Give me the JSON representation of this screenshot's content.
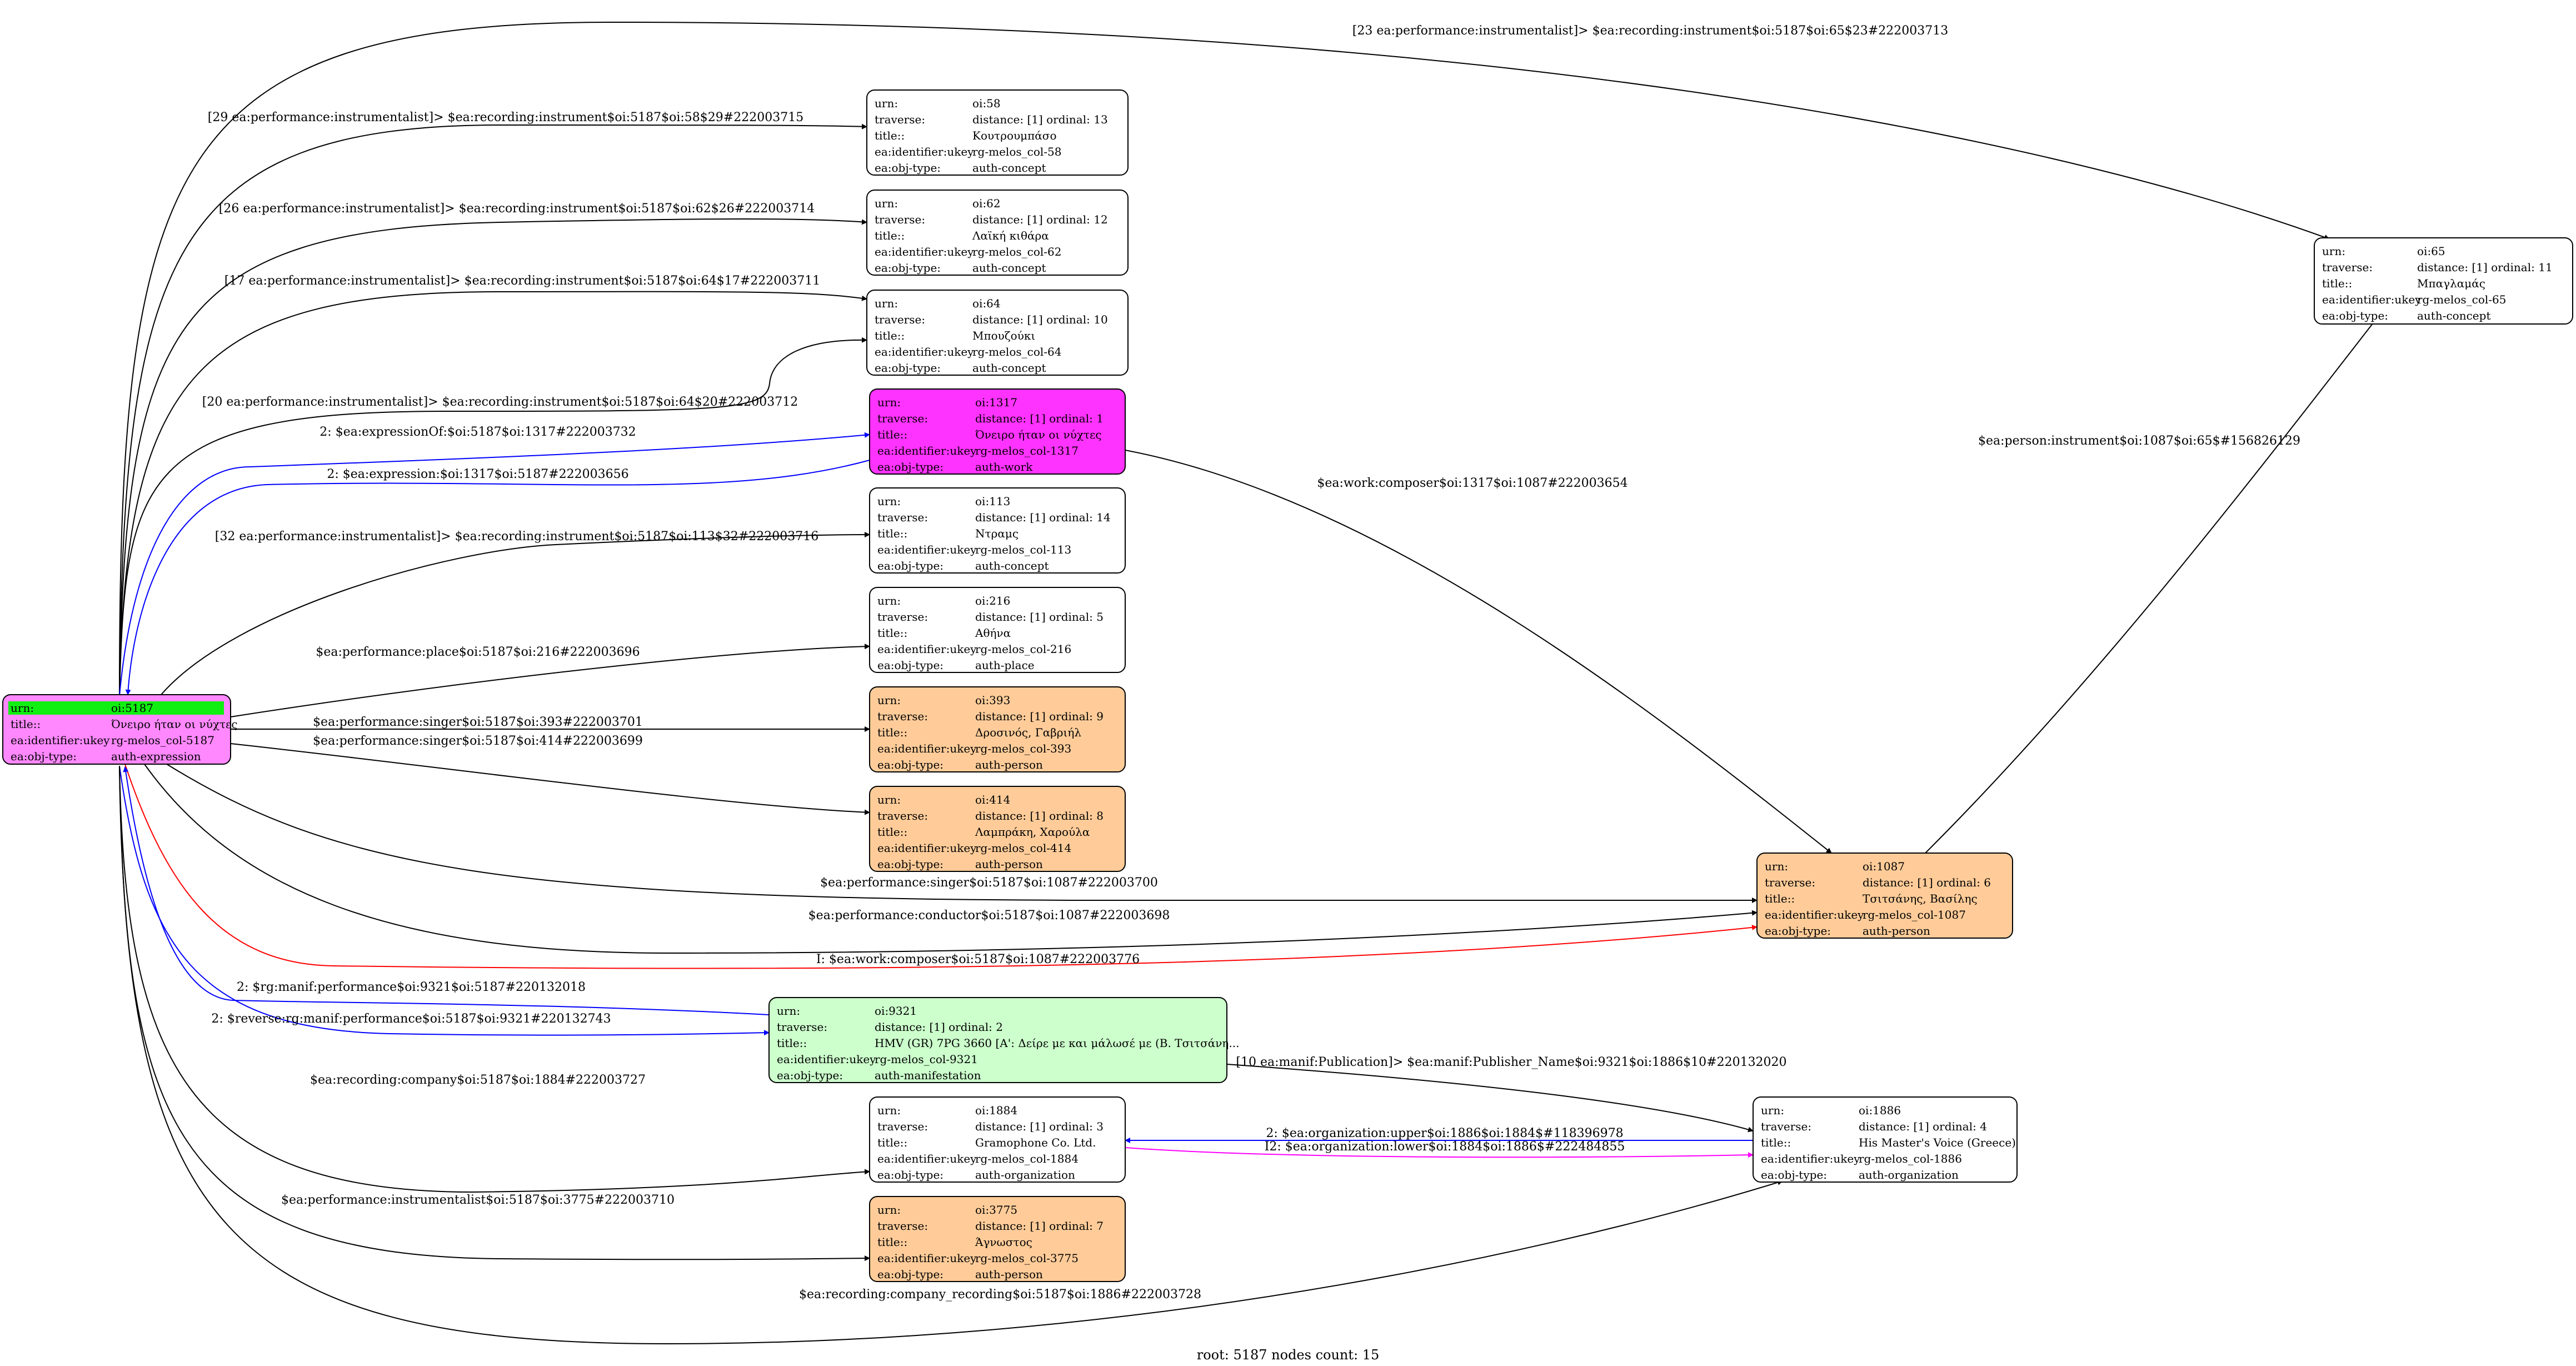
{
  "footer": "root: 5187 nodes count: 15",
  "colors": {
    "root_fill": "#ff88ff",
    "root_header": "#11ee11",
    "work_fill": "#ff33ff",
    "person_fill": "#ffcc99",
    "manifestation_fill": "#ccffcc",
    "default_fill": "#ffffff",
    "edge_black": "#000000",
    "edge_blue": "#0000ff",
    "edge_red": "#ff0000",
    "edge_magenta": "#ff00ff"
  },
  "nodes": [
    {
      "id": "5187",
      "rows": [
        [
          "urn:",
          "oi:5187"
        ],
        [
          "title::",
          "Όνειρο ήταν οι νύχτες"
        ],
        [
          "ea:identifier:ukey",
          "rg-melos_col-5187"
        ],
        [
          "ea:obj-type:",
          "auth-expression"
        ]
      ]
    },
    {
      "id": "58",
      "rows": [
        [
          "urn:",
          "oi:58"
        ],
        [
          "traverse:",
          "distance: [1]     ordinal: 13"
        ],
        [
          "title::",
          "Κουτρουμπάσο"
        ],
        [
          "ea:identifier:ukey",
          "rg-melos_col-58"
        ],
        [
          "ea:obj-type:",
          "auth-concept"
        ]
      ]
    },
    {
      "id": "62",
      "rows": [
        [
          "urn:",
          "oi:62"
        ],
        [
          "traverse:",
          "distance: [1]     ordinal: 12"
        ],
        [
          "title::",
          "Λαϊκή κιθάρα"
        ],
        [
          "ea:identifier:ukey",
          "rg-melos_col-62"
        ],
        [
          "ea:obj-type:",
          "auth-concept"
        ]
      ]
    },
    {
      "id": "64",
      "rows": [
        [
          "urn:",
          "oi:64"
        ],
        [
          "traverse:",
          "distance: [1]     ordinal: 10"
        ],
        [
          "title::",
          "Μπουζούκι"
        ],
        [
          "ea:identifier:ukey",
          "rg-melos_col-64"
        ],
        [
          "ea:obj-type:",
          "auth-concept"
        ]
      ]
    },
    {
      "id": "1317",
      "rows": [
        [
          "urn:",
          "oi:1317"
        ],
        [
          "traverse:",
          "distance: [1]     ordinal: 1"
        ],
        [
          "title::",
          "Όνειρο ήταν οι νύχτες"
        ],
        [
          "ea:identifier:ukey",
          "rg-melos_col-1317"
        ],
        [
          "ea:obj-type:",
          "auth-work"
        ]
      ]
    },
    {
      "id": "113",
      "rows": [
        [
          "urn:",
          "oi:113"
        ],
        [
          "traverse:",
          "distance: [1]     ordinal: 14"
        ],
        [
          "title::",
          "Ντραμς"
        ],
        [
          "ea:identifier:ukey",
          "rg-melos_col-113"
        ],
        [
          "ea:obj-type:",
          "auth-concept"
        ]
      ]
    },
    {
      "id": "216",
      "rows": [
        [
          "urn:",
          "oi:216"
        ],
        [
          "traverse:",
          "distance: [1]     ordinal: 5"
        ],
        [
          "title::",
          "Αθήνα"
        ],
        [
          "ea:identifier:ukey",
          "rg-melos_col-216"
        ],
        [
          "ea:obj-type:",
          "auth-place"
        ]
      ]
    },
    {
      "id": "393",
      "rows": [
        [
          "urn:",
          "oi:393"
        ],
        [
          "traverse:",
          "distance: [1]     ordinal: 9"
        ],
        [
          "title::",
          "Δροσινός, Γαβριήλ"
        ],
        [
          "ea:identifier:ukey",
          "rg-melos_col-393"
        ],
        [
          "ea:obj-type:",
          "auth-person"
        ]
      ]
    },
    {
      "id": "414",
      "rows": [
        [
          "urn:",
          "oi:414"
        ],
        [
          "traverse:",
          "distance: [1]     ordinal: 8"
        ],
        [
          "title::",
          "Λαμπράκη, Χαρούλα"
        ],
        [
          "ea:identifier:ukey",
          "rg-melos_col-414"
        ],
        [
          "ea:obj-type:",
          "auth-person"
        ]
      ]
    },
    {
      "id": "9321",
      "rows": [
        [
          "urn:",
          "oi:9321"
        ],
        [
          "traverse:",
          "distance: [1]     ordinal: 2"
        ],
        [
          "title::",
          "HMV (GR) 7PG 3660 [Α': Δείρε με και μάλωσέ με (Β. Τσιτσάνη..."
        ],
        [
          "ea:identifier:ukey",
          "rg-melos_col-9321"
        ],
        [
          "ea:obj-type:",
          "auth-manifestation"
        ]
      ]
    },
    {
      "id": "1884",
      "rows": [
        [
          "urn:",
          "oi:1884"
        ],
        [
          "traverse:",
          "distance: [1]     ordinal: 3"
        ],
        [
          "title::",
          "Gramophone Co. Ltd."
        ],
        [
          "ea:identifier:ukey",
          "rg-melos_col-1884"
        ],
        [
          "ea:obj-type:",
          "auth-organization"
        ]
      ]
    },
    {
      "id": "3775",
      "rows": [
        [
          "urn:",
          "oi:3775"
        ],
        [
          "traverse:",
          "distance: [1]     ordinal: 7"
        ],
        [
          "title::",
          "Άγνωστος"
        ],
        [
          "ea:identifier:ukey",
          "rg-melos_col-3775"
        ],
        [
          "ea:obj-type:",
          "auth-person"
        ]
      ]
    },
    {
      "id": "65",
      "rows": [
        [
          "urn:",
          "oi:65"
        ],
        [
          "traverse:",
          "distance: [1]     ordinal: 11"
        ],
        [
          "title::",
          "Μπαγλαμάς"
        ],
        [
          "ea:identifier:ukey",
          "rg-melos_col-65"
        ],
        [
          "ea:obj-type:",
          "auth-concept"
        ]
      ]
    },
    {
      "id": "1087",
      "rows": [
        [
          "urn:",
          "oi:1087"
        ],
        [
          "traverse:",
          "distance: [1]     ordinal: 6"
        ],
        [
          "title::",
          "Τσιτσάνης, Βασίλης"
        ],
        [
          "ea:identifier:ukey",
          "rg-melos_col-1087"
        ],
        [
          "ea:obj-type:",
          "auth-person"
        ]
      ]
    },
    {
      "id": "1886",
      "rows": [
        [
          "urn:",
          "oi:1886"
        ],
        [
          "traverse:",
          "distance: [1]     ordinal: 4"
        ],
        [
          "title::",
          "His Master's Voice (Greece)"
        ],
        [
          "ea:identifier:ukey",
          "rg-melos_col-1886"
        ],
        [
          "ea:obj-type:",
          "auth-organization"
        ]
      ]
    }
  ],
  "edges": [
    {
      "id": "e65",
      "label": "[23 ea:performance:instrumentalist]> $ea:recording:instrument$oi:5187$oi:65$23#222003713"
    },
    {
      "id": "e58",
      "label": "[29 ea:performance:instrumentalist]> $ea:recording:instrument$oi:5187$oi:58$29#222003715"
    },
    {
      "id": "e62",
      "label": "[26 ea:performance:instrumentalist]> $ea:recording:instrument$oi:5187$oi:62$26#222003714"
    },
    {
      "id": "e64a",
      "label": "[17 ea:performance:instrumentalist]> $ea:recording:instrument$oi:5187$oi:64$17#222003711"
    },
    {
      "id": "e64b",
      "label": "[20 ea:performance:instrumentalist]> $ea:recording:instrument$oi:5187$oi:64$20#222003712"
    },
    {
      "id": "e1317a",
      "label": "2: $ea:expressionOf:$oi:5187$oi:1317#222003732"
    },
    {
      "id": "e1317b",
      "label": "2: $ea:expression:$oi:1317$oi:5187#222003656"
    },
    {
      "id": "e113",
      "label": "[32 ea:performance:instrumentalist]> $ea:recording:instrument$oi:5187$oi:113$32#222003716"
    },
    {
      "id": "e216",
      "label": "$ea:performance:place$oi:5187$oi:216#222003696"
    },
    {
      "id": "e393",
      "label": "$ea:performance:singer$oi:5187$oi:393#222003701"
    },
    {
      "id": "e414",
      "label": "$ea:performance:singer$oi:5187$oi:414#222003699"
    },
    {
      "id": "e1087s",
      "label": "$ea:performance:singer$oi:5187$oi:1087#222003700"
    },
    {
      "id": "e1087c",
      "label": "$ea:performance:conductor$oi:5187$oi:1087#222003698"
    },
    {
      "id": "e1087w",
      "label": "I: $ea:work:composer$oi:5187$oi:1087#222003776"
    },
    {
      "id": "e9321a",
      "label": "2: $rg:manif:performance$oi:9321$oi:5187#220132018"
    },
    {
      "id": "e9321b",
      "label": "2: $reverse:rg:manif:performance$oi:5187$oi:9321#220132743"
    },
    {
      "id": "e1884",
      "label": "$ea:recording:company$oi:5187$oi:1884#222003727"
    },
    {
      "id": "e3775",
      "label": "$ea:performance:instrumentalist$oi:5187$oi:3775#222003710"
    },
    {
      "id": "e1886r",
      "label": "$ea:recording:company_recording$oi:5187$oi:1886#222003728"
    },
    {
      "id": "e1317c",
      "label": "$ea:work:composer$oi:1317$oi:1087#222003654"
    },
    {
      "id": "e1087p",
      "label": "$ea:person:instrument$oi:1087$oi:65$#156826129"
    },
    {
      "id": "e9321p",
      "label": "[10 ea:manif:Publication]> $ea:manif:Publisher_Name$oi:9321$oi:1886$10#220132020"
    },
    {
      "id": "eorgU",
      "label": "2: $ea:organization:upper$oi:1886$oi:1884$#118396978"
    },
    {
      "id": "eorgL",
      "label": "I2: $ea:organization:lower$oi:1884$oi:1886$#222484855"
    }
  ]
}
